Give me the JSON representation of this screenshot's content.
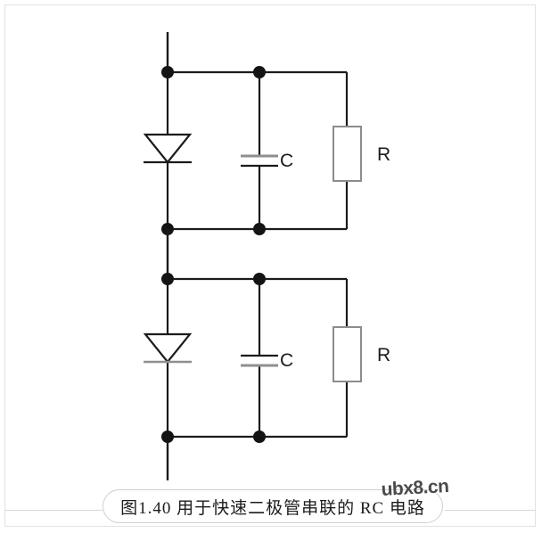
{
  "figure": {
    "caption": "图1.40 用于快速二极管串联的 RC 电路",
    "watermark": "ubx8.cn"
  },
  "colors": {
    "wire": "#1b1b1b",
    "node": "#141414",
    "component_outline": "#8c8c8c",
    "component_fill": "#ffffff",
    "label_text": "#1b1b1b",
    "page_border": "#e2e2e2",
    "caption_border": "#cfcfcf",
    "watermark": "#4a4a4a",
    "background": "#ffffff"
  },
  "circuits": [
    {
      "id": "stage-1",
      "diode_label": "",
      "capacitor_label": "C",
      "resistor_label": "R"
    },
    {
      "id": "stage-2",
      "diode_label": "",
      "capacitor_label": "C",
      "resistor_label": "R"
    }
  ],
  "labels": {
    "stage1_capacitor": "C",
    "stage1_resistor": "R",
    "stage2_capacitor": "C",
    "stage2_resistor": "R"
  }
}
